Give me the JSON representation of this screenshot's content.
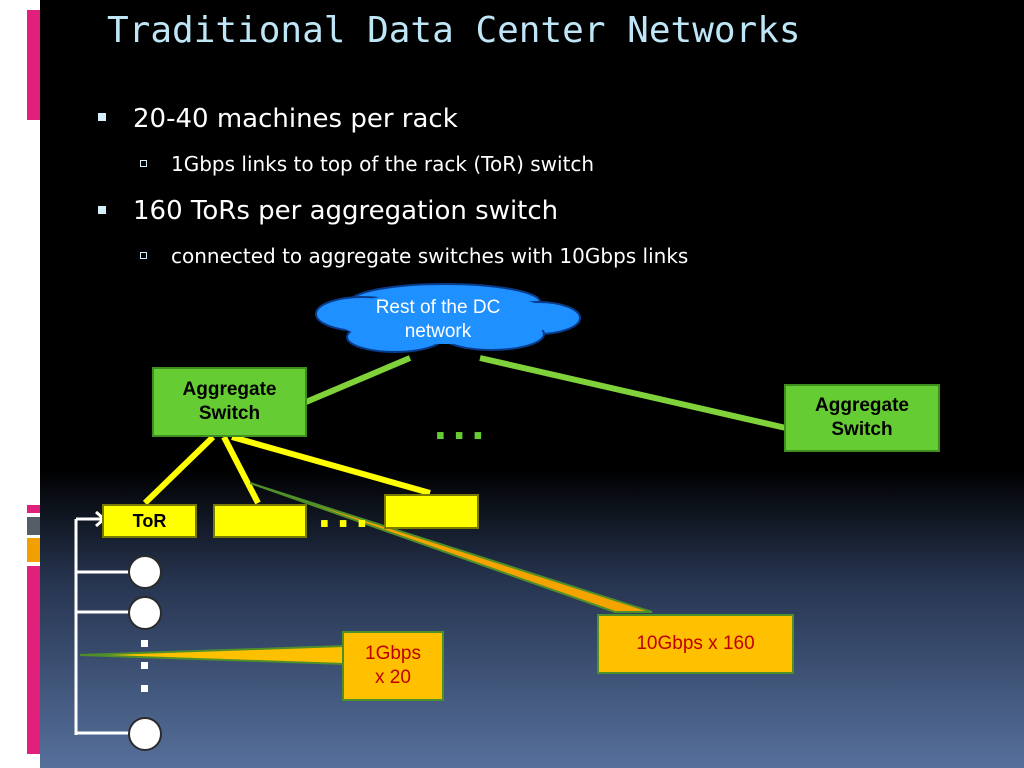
{
  "slide": {
    "title": "Traditional Data Center Networks"
  },
  "bullets": [
    {
      "level": 1,
      "text": "20-40 machines per rack"
    },
    {
      "level": 2,
      "text": "1Gbps links to top of the rack (ToR) switch"
    },
    {
      "level": 1,
      "text": "160 ToRs per aggregation switch"
    },
    {
      "level": 2,
      "text": "connected to aggregate switches with 10Gbps links"
    }
  ],
  "diagram": {
    "cloud_label": "Rest of the DC network",
    "aggregate_switch_left": "Aggregate Switch",
    "aggregate_switch_right": "Aggregate Switch",
    "tor_label": "ToR",
    "agg_ellipsis": "...",
    "tor_ellipsis": "...",
    "callout_tor_uplinks": "10Gbps x 160",
    "callout_machine_links": "1Gbps x 20"
  },
  "colors": {
    "title": "#bfe6f7",
    "aggregate_switch": "#66cc33",
    "tor_switch": "#ffff00",
    "cloud": "#1e90ff",
    "callout": "#ffc000",
    "callout_text": "#c00000",
    "deco_pink": "#e0207a",
    "deco_orange": "#f0a000"
  }
}
